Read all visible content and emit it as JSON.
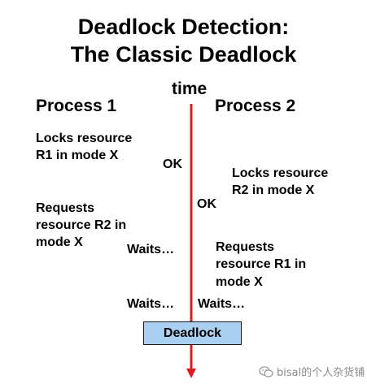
{
  "title": {
    "line1": "Deadlock Detection:",
    "line2": "The Classic Deadlock"
  },
  "timeline": {
    "label": "time",
    "color": "#e01b1b"
  },
  "process1": {
    "heading": "Process 1",
    "step1": [
      "Locks resource",
      "R1 in mode X"
    ],
    "step2": [
      "Requests",
      "resource R2 in",
      "mode X"
    ],
    "waits1": "Waits…",
    "waits2": "Waits…"
  },
  "process2": {
    "heading": "Process 2",
    "step1": [
      "Locks resource",
      "R2 in mode X"
    ],
    "step2": [
      "Requests",
      "resource R1 in",
      "mode X"
    ],
    "waits": "Waits…"
  },
  "status": {
    "ok1": "OK",
    "ok2": "OK"
  },
  "result": {
    "label": "Deadlock",
    "fill": "#a9cff1"
  },
  "watermark": {
    "text": "bisal的个人杂货铺"
  }
}
